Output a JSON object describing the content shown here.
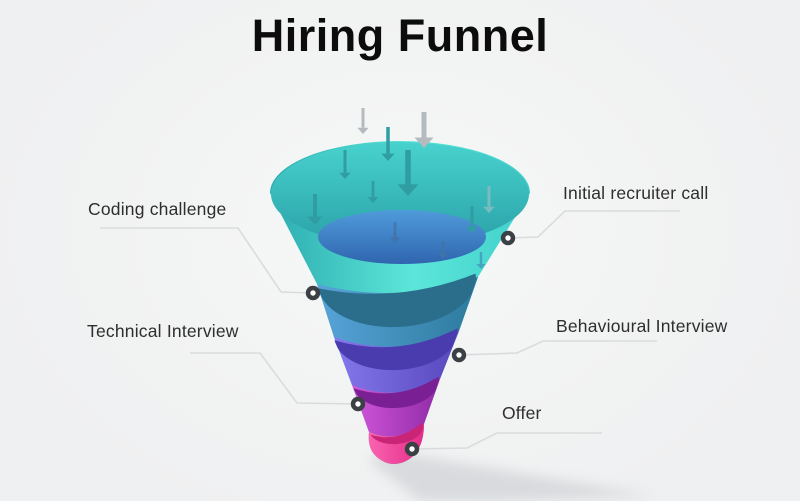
{
  "title": "Hiring Funnel",
  "callouts": [
    {
      "label": "Initial recruiter call"
    },
    {
      "label": "Coding challenge"
    },
    {
      "label": "Behavioural Interview"
    },
    {
      "label": "Technical Interview"
    },
    {
      "label": "Offer"
    }
  ],
  "funnel": {
    "bands": [
      {
        "name": "initial-recruiter-call",
        "label": "Initial recruiter call",
        "color_left": "#2dacb0",
        "color_mid": "#5ce6d9",
        "color_right": "#40d0cc"
      },
      {
        "name": "coding-challenge",
        "label": "Coding challenge",
        "color_left": "#58a4da",
        "color_right": "#2d7a9d",
        "inner": "#2b6e8c"
      },
      {
        "name": "behavioural-interview",
        "label": "Behavioural Interview",
        "color_left": "#8478ec",
        "color_right": "#5847bd",
        "inner": "#4a3cae"
      },
      {
        "name": "technical-interview",
        "label": "Technical Interview",
        "color_left": "#d156d9",
        "color_right": "#902ba7",
        "inner": "#7b2094"
      },
      {
        "name": "offer",
        "label": "Offer",
        "color_left": "#fa64b0",
        "color_right": "#e32d88",
        "inner": "#ca2477"
      }
    ],
    "interior": {
      "top": "#48d2ce",
      "bottom": "#2aa1a7"
    },
    "pool": {
      "top": "#4f9bda",
      "bottom": "#3066af"
    },
    "arrow_colors": {
      "above": "#b5babe",
      "inside": "#2f9da2",
      "inside_light": "#79bcc0",
      "pool": "#4273ab"
    },
    "shadow": "#c5c8cc"
  },
  "connector": {
    "line": "#d9dbdd",
    "dot_ring": "#3b4045",
    "dot_center": "#ffffff"
  }
}
